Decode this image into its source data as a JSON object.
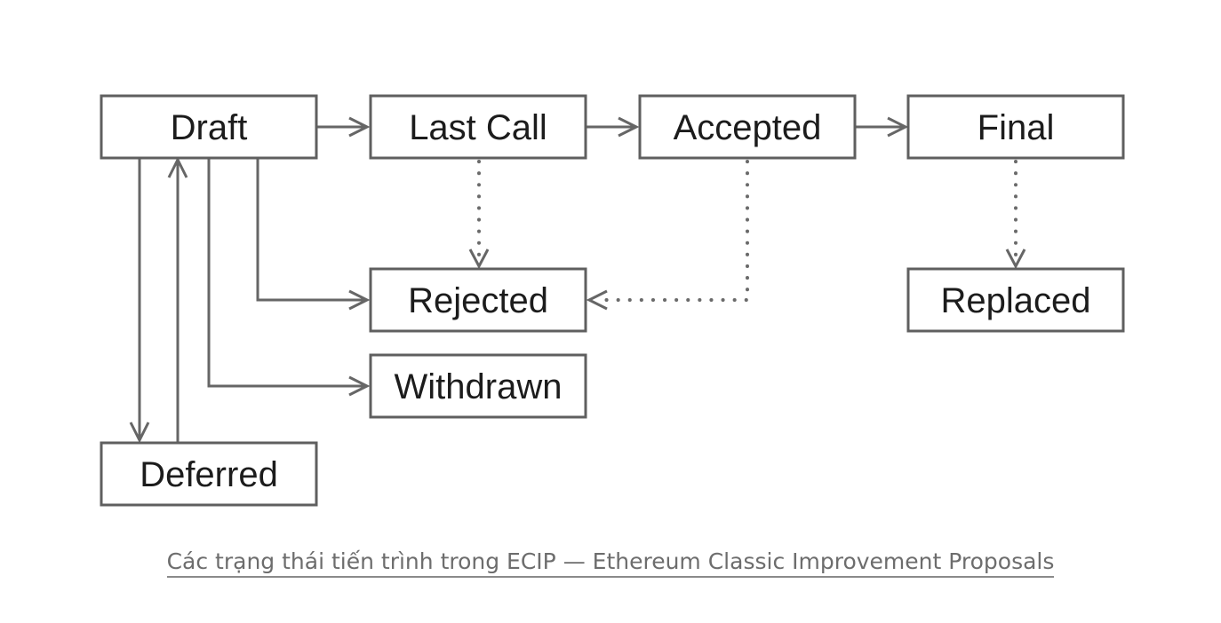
{
  "diagram": {
    "states": {
      "draft": "Draft",
      "last_call": "Last Call",
      "accepted": "Accepted",
      "final": "Final",
      "rejected": "Rejected",
      "replaced": "Replaced",
      "withdrawn": "Withdrawn",
      "deferred": "Deferred"
    },
    "transitions": [
      {
        "from": "draft",
        "to": "last_call",
        "style": "solid"
      },
      {
        "from": "last_call",
        "to": "accepted",
        "style": "solid"
      },
      {
        "from": "accepted",
        "to": "final",
        "style": "solid"
      },
      {
        "from": "last_call",
        "to": "rejected",
        "style": "dotted"
      },
      {
        "from": "accepted",
        "to": "rejected",
        "style": "dotted"
      },
      {
        "from": "final",
        "to": "replaced",
        "style": "dotted"
      },
      {
        "from": "draft",
        "to": "rejected",
        "style": "solid"
      },
      {
        "from": "draft",
        "to": "withdrawn",
        "style": "solid"
      },
      {
        "from": "draft",
        "to": "deferred",
        "style": "solid"
      },
      {
        "from": "deferred",
        "to": "draft",
        "style": "solid"
      }
    ],
    "colors": {
      "box_border": "#5f5f5f",
      "arrow": "#666666",
      "text": "#1c1c1c"
    }
  },
  "caption": {
    "text": "Các trạng thái tiến trình trong ECIP — Ethereum Classic Improvement Proposals",
    "color": "#6d6d6d"
  }
}
